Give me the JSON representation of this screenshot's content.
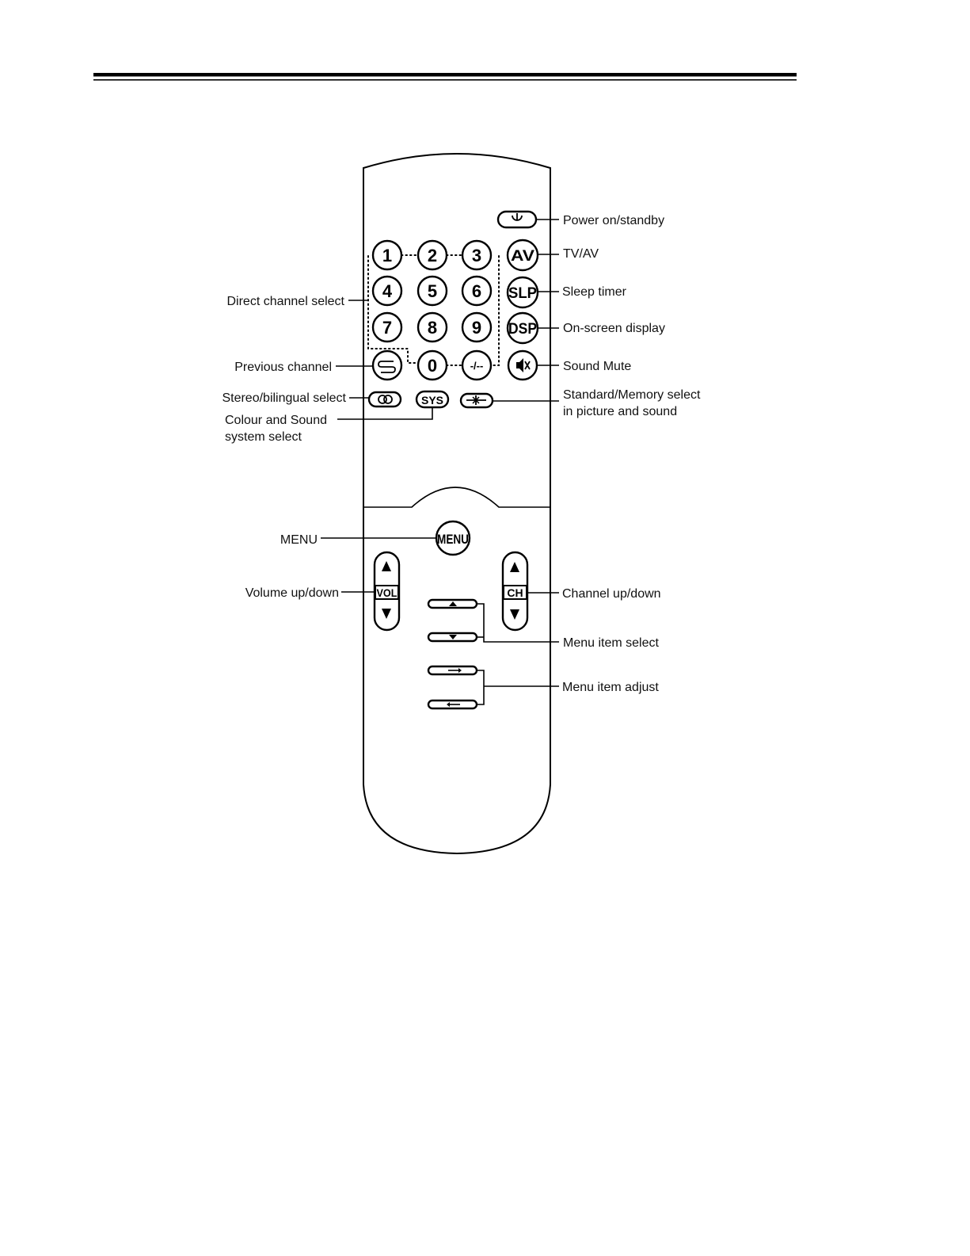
{
  "digits": [
    "1",
    "2",
    "3",
    "4",
    "5",
    "6",
    "7",
    "8",
    "9",
    "0",
    "-/--"
  ],
  "buttons": {
    "av": "AV",
    "slp": "SLP",
    "dsp": "DSP",
    "sys": "SYS",
    "menu": "MENU",
    "vol": "VOL",
    "ch": "CH"
  },
  "labels": {
    "power": "Power on/standby",
    "tvav": "TV/AV",
    "sleep": "Sleep timer",
    "osd": "On-screen display",
    "mute": "Sound Mute",
    "standard_line1": "Standard/Memory select",
    "standard_line2": "in picture and sound",
    "direct": "Direct channel select",
    "previous": "Previous channel",
    "stereo": "Stereo/bilingual select",
    "colour_line1": "Colour and Sound",
    "colour_line2": "system select",
    "menu": "MENU",
    "volume": "Volume up/down",
    "channel": "Channel up/down",
    "menu_select": "Menu item select",
    "menu_adjust": "Menu item adjust"
  }
}
